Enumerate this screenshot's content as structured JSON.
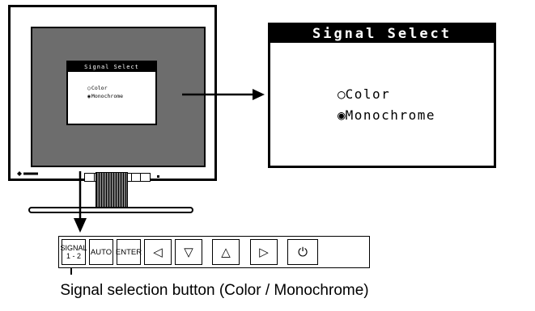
{
  "osd": {
    "title": "Signal Select",
    "options": [
      {
        "mark": "○",
        "label": "Color",
        "selected": false
      },
      {
        "mark": "◉",
        "label": "Monochrome",
        "selected": true
      }
    ]
  },
  "panel": {
    "signal_line1": "SIGNAL",
    "signal_line2": "1 - 2",
    "auto": "AUTO",
    "enter": "ENTER",
    "left_icon": "◁",
    "down_icon": "▽",
    "up_icon": "△",
    "right_icon": "▷",
    "power_icon": "⏻"
  },
  "caption": "Signal selection button (Color / Monochrome)",
  "colors": {
    "screen": "#6d6d6d",
    "osd_title_bg": "#000000",
    "osd_title_text": "#ffffff"
  }
}
